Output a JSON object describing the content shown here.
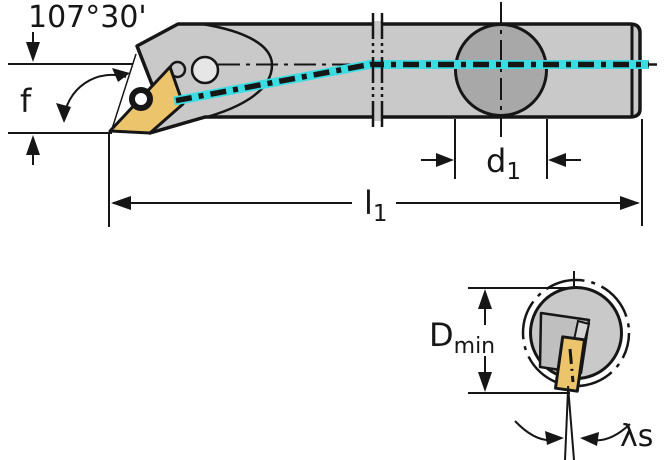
{
  "side_view": {
    "angle_label": "107°30'",
    "offset_label": "f",
    "shank_diameter": {
      "base": "d",
      "sub": "1"
    },
    "functional_length": {
      "base": "l",
      "sub": "1"
    }
  },
  "end_view": {
    "min_bore_diameter": {
      "base": "D",
      "sub": "min"
    },
    "inclination_angle_label": "λs"
  },
  "colors": {
    "background": "#ffffff",
    "ink": "#161616",
    "body_gray": "#c9c9c9",
    "shank_gray": "#a8a8a8",
    "insert_gold": "#ecc46c",
    "coolant_cyan": "#3cdde2",
    "screw_gray": "#c9c9c9",
    "boss_gray": "#e6e6e6",
    "face_gray": "#bfbfbf",
    "shim_gray": "#d6d6d6"
  }
}
